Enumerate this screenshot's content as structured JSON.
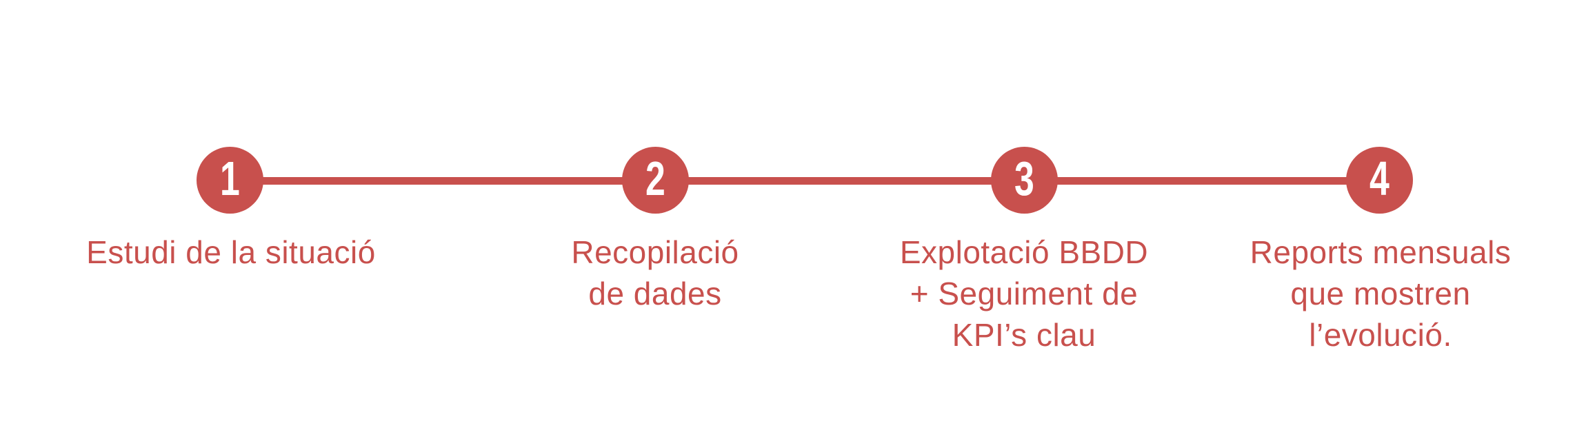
{
  "canvas": {
    "background_color": "#ffffff"
  },
  "timeline": {
    "accent_color": "#c8504d",
    "number_color": "#ffffff",
    "steps": [
      {
        "number": "1",
        "label": "Estudi de la situació"
      },
      {
        "number": "2",
        "label": "Recopilació\nde dades"
      },
      {
        "number": "3",
        "label": "Explotació BBDD\n+ Seguiment de\nKPI’s clau"
      },
      {
        "number": "4",
        "label": "Reports mensuals\nque mostren\nl’evolució."
      }
    ]
  }
}
